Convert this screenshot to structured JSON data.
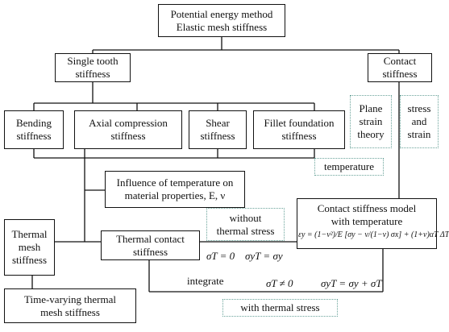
{
  "nodes": {
    "root": [
      "Potential energy method",
      "Elastic mesh stiffness"
    ],
    "single_tooth": [
      "Single tooth",
      "stiffness"
    ],
    "contact": [
      "Contact",
      "stiffness"
    ],
    "bending": [
      "Bending",
      "stiffness"
    ],
    "axial": [
      "Axial compression",
      "stiffness"
    ],
    "shear": [
      "Shear",
      "stiffness"
    ],
    "fillet": [
      "Fillet foundation",
      "stiffness"
    ],
    "temp_influence": [
      "Influence of temperature on",
      "material properties, E, ν"
    ],
    "thermal_mesh": [
      "Thermal",
      "mesh",
      "stiffness"
    ],
    "thermal_contact": [
      "Thermal contact",
      "stiffness"
    ],
    "contact_model": [
      "Contact stiffness model",
      "with temperature"
    ],
    "time_varying": [
      "Time-varying thermal",
      "mesh stiffness"
    ]
  },
  "notes": {
    "plane_strain": [
      "Plane",
      "strain",
      "theory"
    ],
    "stress_strain": [
      "stress",
      "and",
      "strain"
    ],
    "temperature": "temperature",
    "without_thermal": [
      "without",
      "thermal stress"
    ],
    "with_thermal": "with  thermal stress"
  },
  "labels": {
    "integrate": "integrate",
    "sigma_T_zero": "σT = 0",
    "sigma_yT_eq": "σyT = σy",
    "sigma_T_nonzero": "σT ≠ 0",
    "sigma_yT_sum": "σyT = σy + σT"
  },
  "formula": "εy = (1−ν²)/E [σy − ν/(1−ν) σx] + (1+ν)αT ΔT"
}
